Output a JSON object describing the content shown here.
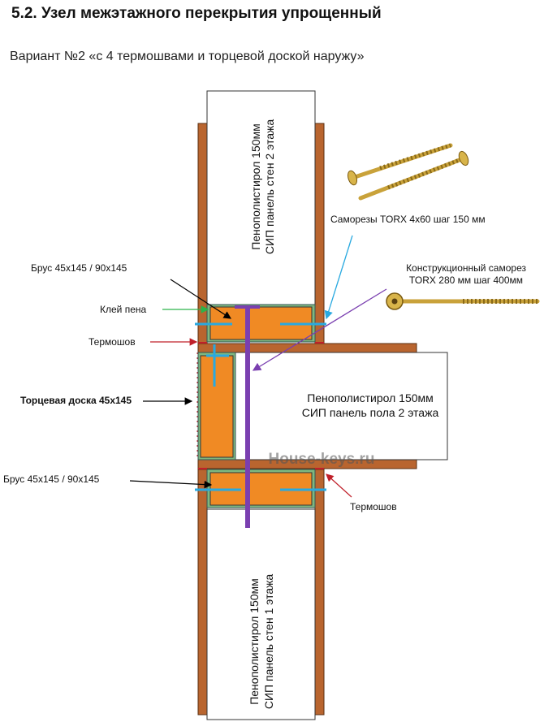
{
  "title": "5.2. Узел межэтажного перекрытия упрощенный",
  "subtitle": "Вариант №2 «с 4 термошвами и торцевой доской наружу»",
  "panels": {
    "wall_top": [
      "Пенополистирол 150мм",
      "СИП панель стен 2 этажа"
    ],
    "floor": [
      "Пенополистирол 150мм",
      "СИП панель пола 2 этажа"
    ],
    "wall_bottom": [
      "Пенополистирол 150мм",
      "СИП панель стен 1 этажа"
    ]
  },
  "labels": {
    "screws_small": "Саморезы TORX 4х60 шаг 150 мм",
    "structural_screw_line1": "Конструкционный саморез",
    "structural_screw_line2": "TORX 280 мм шаг 400мм",
    "beam_top": "Брус  45х145 / 90х145",
    "glue": "Клей пена",
    "seam_top": "Термошов",
    "end_board": "Торцевая доска 45х145",
    "beam_bottom": "Брус  45х145 / 90х145",
    "seam_bottom": "Термошов"
  },
  "watermark": "House-keys.ru",
  "colors": {
    "osb": "#b9652f",
    "timber": "#f08a24",
    "glue_line": "#7fb77f",
    "blue_screw": "#29a9e0",
    "purple_screw": "#7a3fb0",
    "green_arrow": "#2cb34a",
    "red_arrow": "#c0202a",
    "screw_gold": "#c9a23a"
  }
}
